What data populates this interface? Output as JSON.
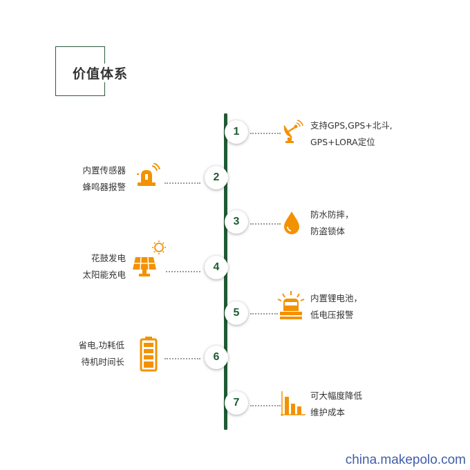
{
  "title": "价值体系",
  "colors": {
    "accent": "#f39200",
    "spine": "#1f5b34",
    "watermark": "#3f5fa8"
  },
  "items": [
    {
      "num": "1",
      "side": "right",
      "icon": "satellite-dish-icon",
      "lines": [
        "支持GPS,GPS+北斗,",
        "GPS+LORA定位"
      ]
    },
    {
      "num": "2",
      "side": "left",
      "icon": "alarm-siren-icon",
      "lines": [
        "内置传感器",
        "蜂鸣器报警"
      ]
    },
    {
      "num": "3",
      "side": "right",
      "icon": "water-drop-icon",
      "lines": [
        "防水防摔，",
        "防盗锁体"
      ]
    },
    {
      "num": "4",
      "side": "left",
      "icon": "solar-panel-icon",
      "lines": [
        "花鼓发电",
        "太阳能充电"
      ]
    },
    {
      "num": "5",
      "side": "right",
      "icon": "warning-light-icon",
      "lines": [
        "内置锂电池，",
        "低电压报警"
      ]
    },
    {
      "num": "6",
      "side": "left",
      "icon": "battery-icon",
      "lines": [
        "省电,功耗低",
        "待机时间长"
      ]
    },
    {
      "num": "7",
      "side": "right",
      "icon": "bar-chart-decline-icon",
      "lines": [
        "可大幅度降低",
        "维护成本"
      ]
    }
  ],
  "watermark": "china.makepolo.com"
}
